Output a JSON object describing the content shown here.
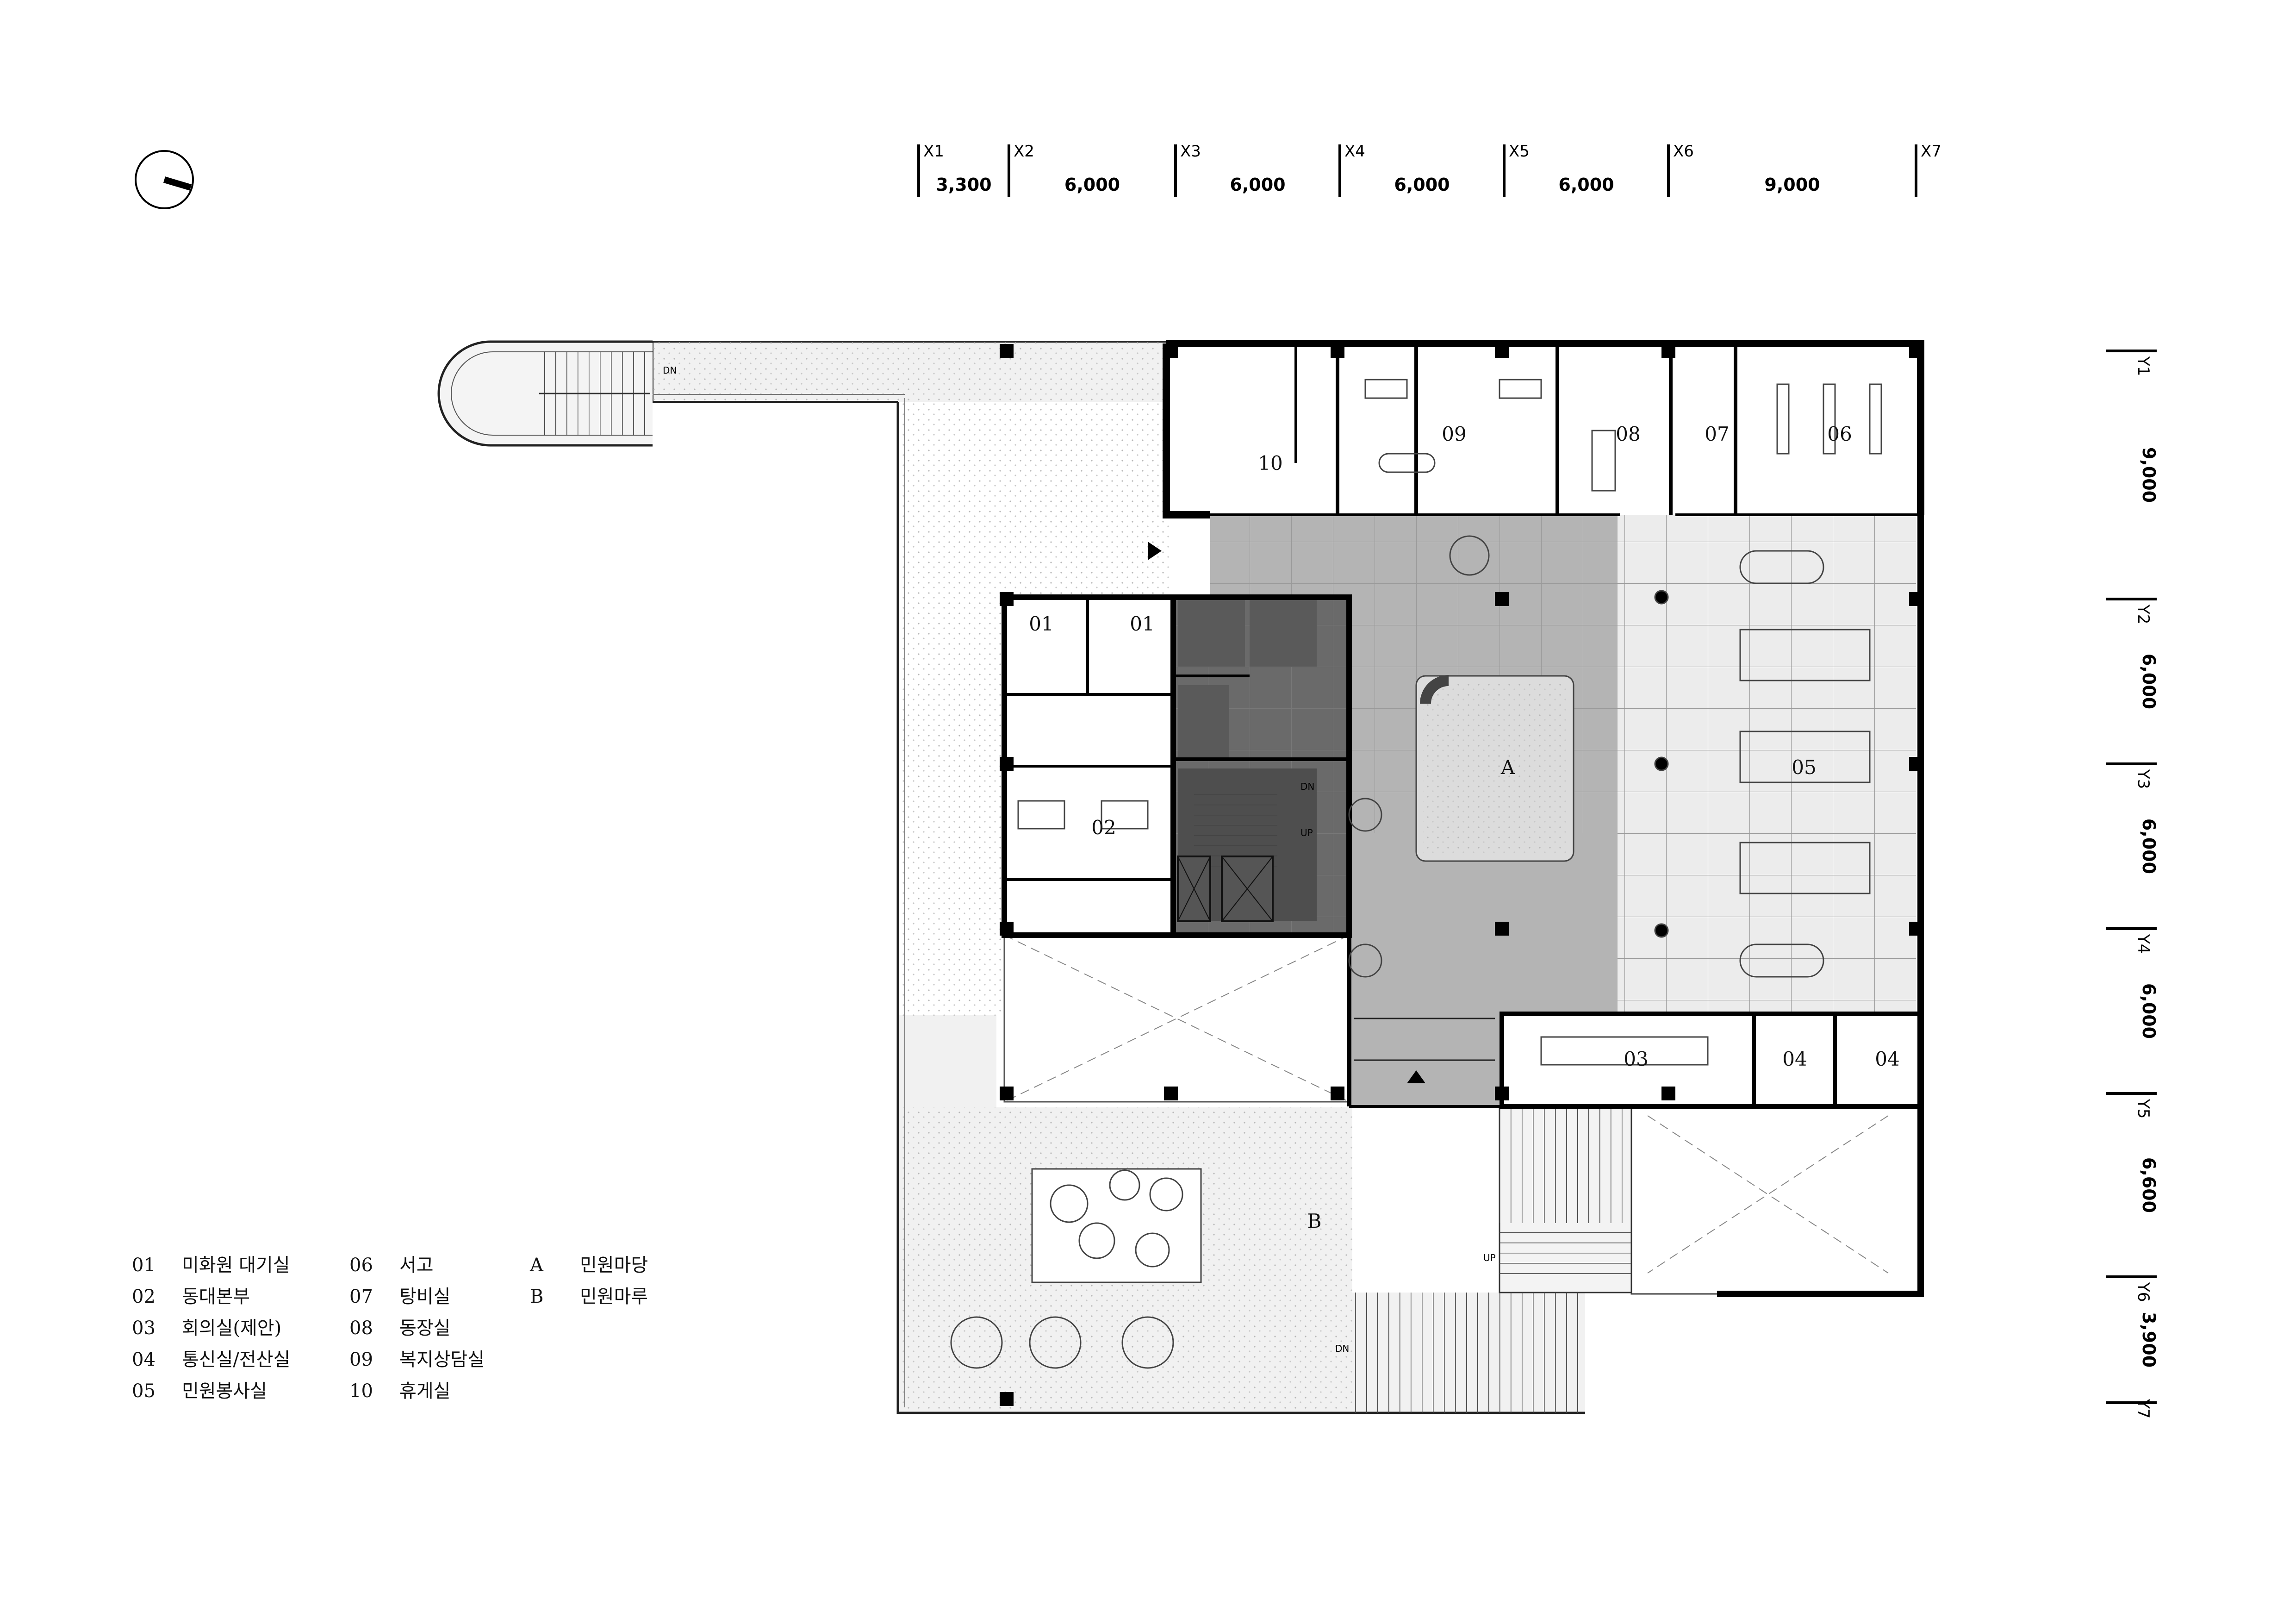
{
  "grid": {
    "x_axes": [
      {
        "label": "X1"
      },
      {
        "label": "X2"
      },
      {
        "label": "X3"
      },
      {
        "label": "X4"
      },
      {
        "label": "X5"
      },
      {
        "label": "X6"
      },
      {
        "label": "X7"
      }
    ],
    "x_spans": [
      "3,300",
      "6,000",
      "6,000",
      "6,000",
      "6,000",
      "9,000"
    ],
    "y_axes": [
      {
        "label": "Y1"
      },
      {
        "label": "Y2"
      },
      {
        "label": "Y3"
      },
      {
        "label": "Y4"
      },
      {
        "label": "Y5"
      },
      {
        "label": "Y6"
      },
      {
        "label": "Y7"
      }
    ],
    "y_spans": [
      "9,000",
      "6,000",
      "6,000",
      "6,000",
      "6,600",
      "3,900"
    ]
  },
  "room_tags": {
    "r01a": "01",
    "r01b": "01",
    "r02": "02",
    "r03": "03",
    "r04a": "04",
    "r04b": "04",
    "r05": "05",
    "r06": "06",
    "r07": "07",
    "r08": "08",
    "r09": "09",
    "r10": "10",
    "zone_a": "A",
    "zone_b": "B"
  },
  "stair_marks": {
    "dn_top": "DN",
    "dn_core": "DN",
    "up_core": "UP",
    "up_south": "UP",
    "dn_south": "DN"
  },
  "legend": [
    {
      "code": "01",
      "label": "미화원 대기실"
    },
    {
      "code": "02",
      "label": "동대본부"
    },
    {
      "code": "03",
      "label": "회의실(제안)"
    },
    {
      "code": "04",
      "label": "통신실/전산실"
    },
    {
      "code": "05",
      "label": "민원봉사실"
    },
    {
      "code": "06",
      "label": "서고"
    },
    {
      "code": "07",
      "label": "탕비실"
    },
    {
      "code": "08",
      "label": "동장실"
    },
    {
      "code": "09",
      "label": "복지상담실"
    },
    {
      "code": "10",
      "label": "휴게실"
    },
    {
      "code": "A",
      "label": "민원마당"
    },
    {
      "code": "B",
      "label": "민원마루"
    }
  ],
  "colors": {
    "wall": "#000000",
    "core_dark": "#6a6a6a",
    "atrium_grey": "#b4b4b4",
    "civil_light": "#ececec",
    "terrace": "#f1f1f1",
    "line": "#333333"
  }
}
